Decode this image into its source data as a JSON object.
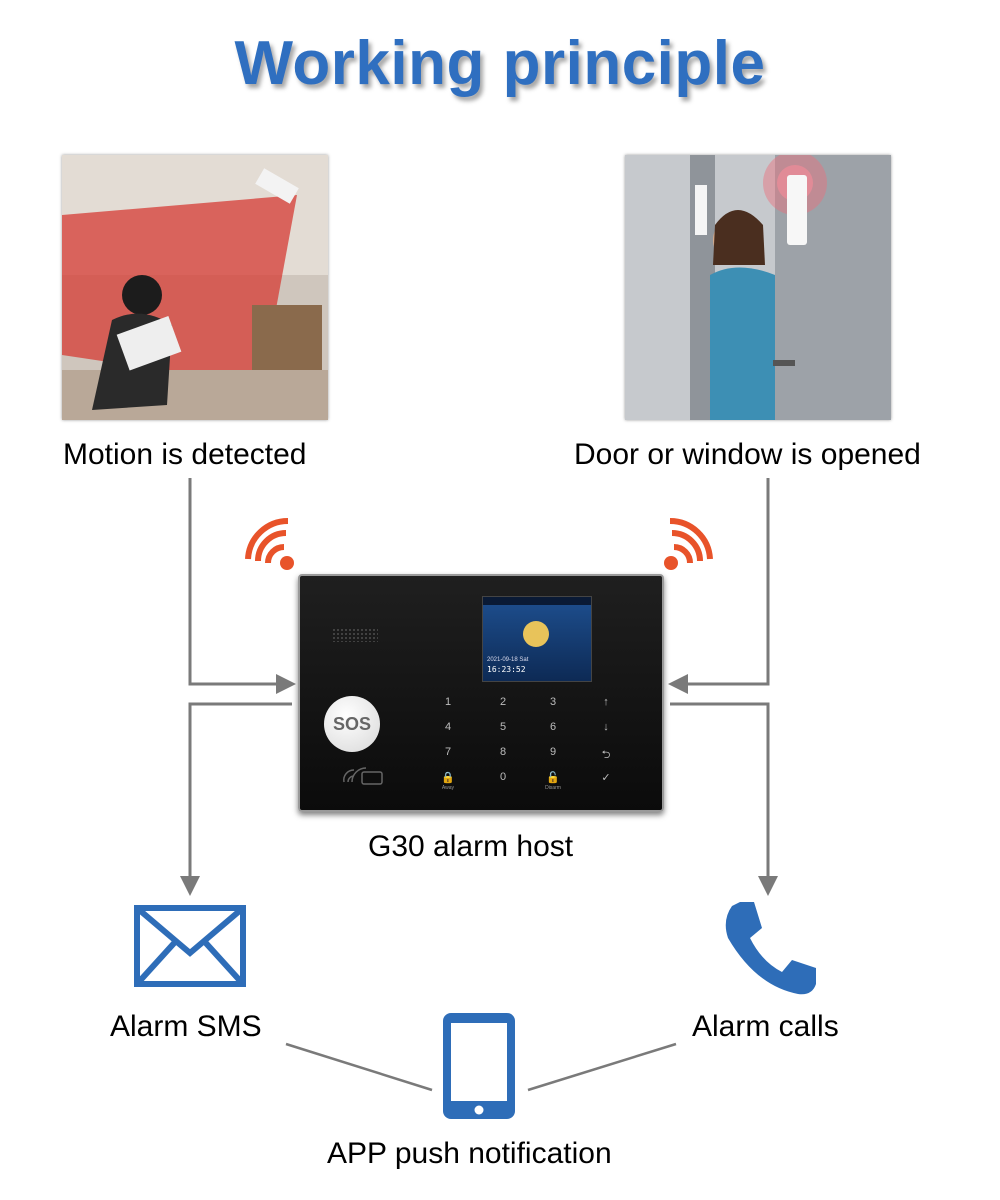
{
  "title": "Working principle",
  "inputs": {
    "motion": "Motion is detected",
    "door": "Door or window is opened"
  },
  "host": {
    "label": "G30 alarm host",
    "sos": "SOS",
    "keys": [
      "1",
      "2",
      "3",
      "↑",
      "4",
      "5",
      "6",
      "↓",
      "7",
      "8",
      "9",
      "⮌",
      "🔒",
      "0",
      "🔓",
      "✓"
    ],
    "key_sub": [
      "",
      "",
      "",
      "",
      "",
      "",
      "",
      "",
      "",
      "",
      "",
      "",
      "Away",
      "",
      "Disarm",
      ""
    ],
    "screen_time": "16:23:52",
    "screen_date": "2021-09-18 Sat"
  },
  "outputs": {
    "sms": "Alarm SMS",
    "calls": "Alarm calls",
    "app": "APP push notification"
  },
  "colors": {
    "title": "#2f6fc0",
    "icon_blue": "#2e6db8",
    "wifi_red": "#e8532a",
    "arrow": "#7a7a7a"
  },
  "icons": [
    "envelope-icon",
    "phone-icon",
    "smartphone-icon",
    "wifi-signal-icon"
  ]
}
